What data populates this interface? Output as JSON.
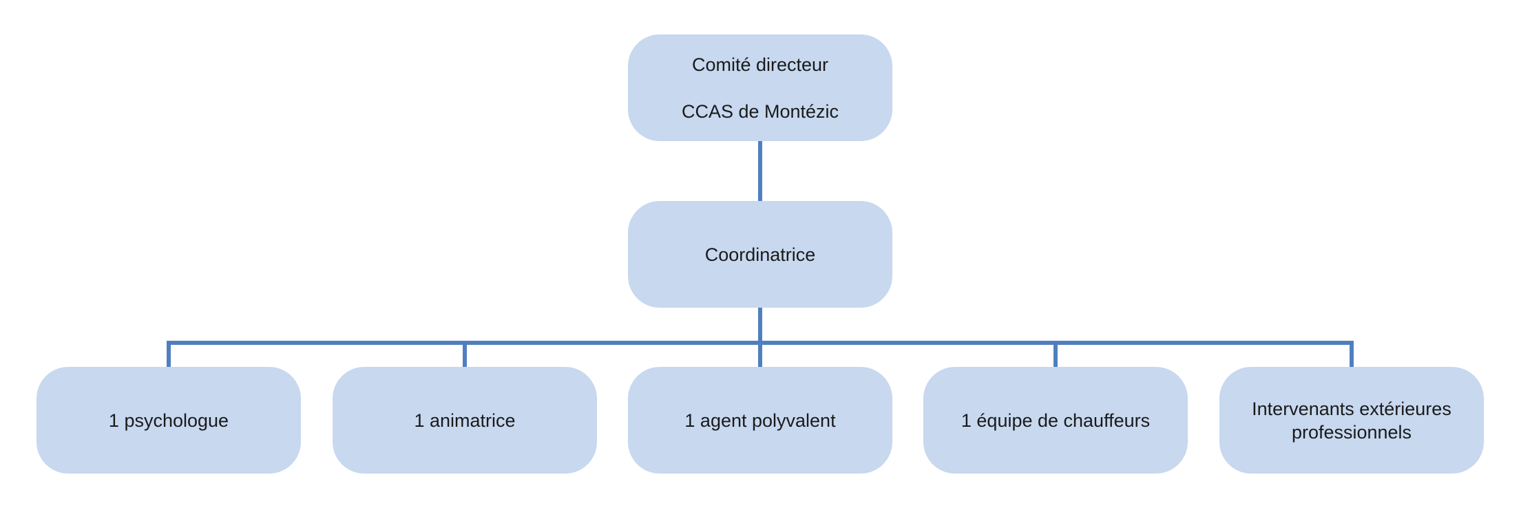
{
  "diagram": {
    "type": "org-chart",
    "colors": {
      "node_fill": "#c7d8ef",
      "connector": "#4f7fbf",
      "text": "#1a1a1a"
    },
    "root": {
      "line1": "Comité directeur",
      "line2": "CCAS de Montézic"
    },
    "coordinator": {
      "label": "Coordinatrice"
    },
    "staff": [
      {
        "label": "1 psychologue"
      },
      {
        "label": "1 animatrice"
      },
      {
        "label": "1 agent polyvalent"
      },
      {
        "label": "1 équipe de chauffeurs"
      },
      {
        "label": "Intervenants extérieures\nprofessionnels"
      }
    ]
  }
}
